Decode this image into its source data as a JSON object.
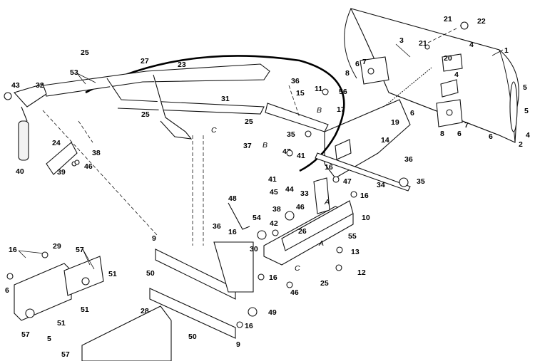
{
  "diagram": {
    "labels": {
      "n1": "1",
      "n2": "2",
      "n3": "3",
      "n4a": "4",
      "n4b": "4",
      "n4c": "4",
      "n5a": "5",
      "n5b": "5",
      "n5c": "5",
      "n6a": "6",
      "n6b": "6",
      "n6c": "6",
      "n6d": "6",
      "n6e": "6",
      "n7a": "7",
      "n7b": "7",
      "n8a": "8",
      "n8b": "8",
      "n9a": "9",
      "n9b": "9",
      "n10": "10",
      "n11": "11",
      "n12": "12",
      "n13": "13",
      "n14": "14",
      "n15": "15",
      "n16a": "16",
      "n16b": "16",
      "n16c": "16",
      "n16d": "16",
      "n16e": "16",
      "n16f": "16",
      "n17": "17",
      "n19": "19",
      "n20": "20",
      "n21a": "21",
      "n21b": "21",
      "n22": "22",
      "n23": "23",
      "n24": "24",
      "n25a": "25",
      "n25b": "25",
      "n25c": "25",
      "n25d": "25",
      "n26": "26",
      "n27": "27",
      "n28": "28",
      "n29": "29",
      "n30": "30",
      "n31": "31",
      "n32": "32",
      "n33": "33",
      "n34": "34",
      "n35a": "35",
      "n35b": "35",
      "n36a": "36",
      "n36b": "36",
      "n36c": "36",
      "n37": "37",
      "n38a": "38",
      "n38b": "38",
      "n39": "39",
      "n40": "40",
      "n41a": "41",
      "n41b": "41",
      "n42": "42",
      "n43": "43",
      "n44": "44",
      "n45": "45",
      "n46a": "46",
      "n46b": "46",
      "n46c": "46",
      "n47a": "47",
      "n47b": "47",
      "n48": "48",
      "n49": "49",
      "n50a": "50",
      "n50b": "50",
      "n51a": "51",
      "n51b": "51",
      "n51c": "51",
      "n53": "53",
      "n54": "54",
      "n55": "55",
      "n56": "56",
      "n57a": "57",
      "n57b": "57",
      "n57c": "57",
      "lA1": "A",
      "lA2": "A",
      "lB1": "B",
      "lB2": "B",
      "lC1": "C",
      "lC2": "C"
    }
  }
}
